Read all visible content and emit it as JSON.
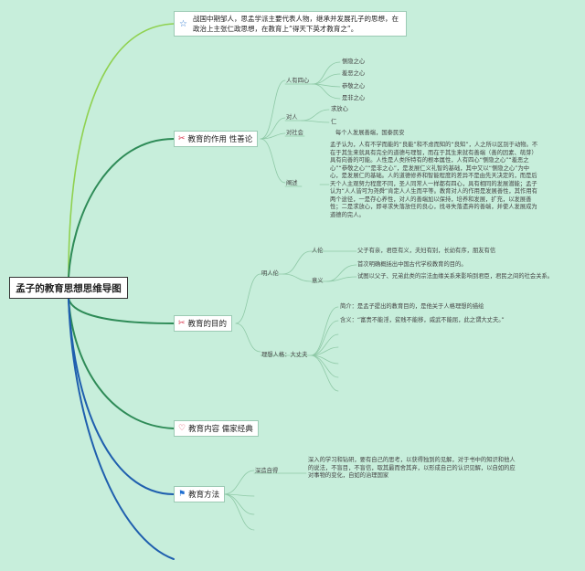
{
  "root": {
    "label": "孟子的教育思想思维导图"
  },
  "top_note": {
    "text": "战国中期邹人，思孟学派主要代表人物，继承并发展孔子的思想，在政治上主张仁政思想，在教育上“得天下英才教育之”。"
  },
  "branches": {
    "role": {
      "label": "教育的作用 性善论",
      "four_hearts": {
        "label": "人有四心",
        "items": [
          "恻隐之心",
          "羞恶之心",
          "恭敬之心",
          "是非之心"
        ]
      },
      "to_people": {
        "label": "对人",
        "items": [
          "求放心",
          "仁"
        ]
      },
      "to_society": {
        "label": "对社会",
        "text": "每个人发展善端，国泰民安"
      },
      "elaboration": {
        "label": "阐述",
        "text": "孟子认为，人有不学而能的“良能”和不虑而知的“良知”，人之所以区别于动物。不在于其生来就具有完全的道德与理智，而在于其生来就有善端（善的因素、萌芽）具有向善的可能。人性是人类所特有的根本属性，人有四心“恻隐之心”“羞恶之心”“恭敬之心”“是非之心”，是发展仁义礼智的基础，其中又以“恻隐之心”为中心，是发展仁的基础。人的道德修养和智能程度的差异不是由先天决定的，而是后天个人主观努力程度不同，圣人同常人一样都有四心，具有相同的发展潜能；孟子认为“人人皆可为尧舜”肯定人人生而平等。教育对人的作用是发展善性，其作用有两个途径，一是存心养性，对人的善端加以保持，培养和发展，扩充，以发展善性；二是求放心，即寻求失落放任的良心，找寻失落遗弃的善端，并使人发展成为道德的完人。"
      }
    },
    "purpose": {
      "label": "教育的目的",
      "human_relations": {
        "label": "明人伦",
        "ethics": {
          "label": "人伦",
          "text": "父子有亲，君臣有义，夫妇有别，长幼有序，朋友有信"
        },
        "meaning": {
          "label": "意义",
          "items": [
            "首次明确概括出中国古代学校教育的目的。",
            "试图以父子、兄弟此类的宗法血缘关系来影响到君臣，君民之间的社会关系。"
          ]
        }
      },
      "ideal": {
        "label": "理想人格：大丈夫",
        "intro": "简介：是孟子提出的教育目的，是他关于人格理想的描绘",
        "meaning": "含义：“富贵不能淫，贫贱不能移，威武不能屈，此之谓大丈夫。”"
      }
    },
    "content": {
      "label": "教育内容 儒家经典"
    },
    "method": {
      "label": "教育方法",
      "self_learning": {
        "label": "深造自得",
        "text": "深入的学习和钻研，要有自己的思考，以获得独到的见解，对于书中的知识和他人的说法，不盲目，不盲信，取其最而舍其弃，以形成自己的认识见解，以自如的应对事物的变化，自如的治理国家"
      }
    }
  },
  "colors": {
    "background": "#c7eedb",
    "line": "#2e8b57",
    "icon_blue": "#2f7bd1",
    "icon_red": "#d9344c",
    "flag_blue": "#1f6fd1"
  },
  "icons": {
    "top_note": "star-outline-icon",
    "role": "tools-icon",
    "purpose": "tools-icon",
    "content": "heart-outline-icon",
    "method": "flag-icon"
  }
}
